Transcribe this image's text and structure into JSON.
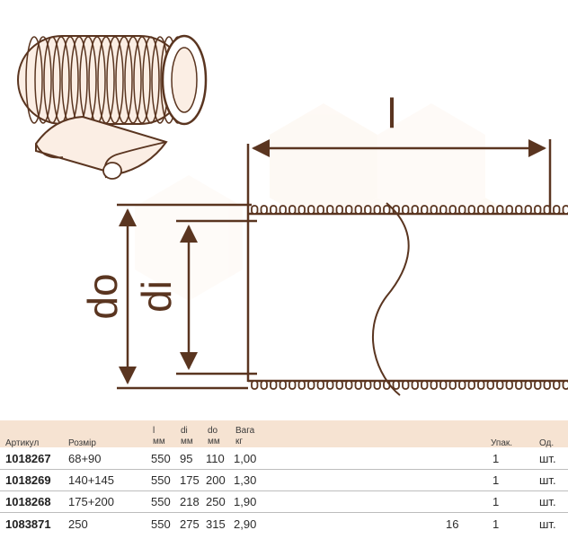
{
  "drawing": {
    "length_label": "l",
    "outer_label": "do",
    "inner_label": "di",
    "accent_color": "#5a3520",
    "pipe_fill": "#ffffff",
    "background_pattern": "hexagon-watermark"
  },
  "table": {
    "headers": {
      "article": "Артикул",
      "size": "Розмір",
      "l_top": "l",
      "l_unit": "мм",
      "di_top": "di",
      "di_unit": "мм",
      "do_top": "do",
      "do_unit": "мм",
      "weight_top": "Вага",
      "weight_unit": "кг",
      "pack": "Упак.",
      "unit": "Од."
    },
    "rows": [
      {
        "article": "1018267",
        "size": "68+90",
        "l": "550",
        "di": "95",
        "do": "110",
        "weight": "1,00",
        "extra": "",
        "pack": "1",
        "unit": "шт."
      },
      {
        "article": "1018269",
        "size": "140+145",
        "l": "550",
        "di": "175",
        "do": "200",
        "weight": "1,30",
        "extra": "",
        "pack": "1",
        "unit": "шт."
      },
      {
        "article": "1018268",
        "size": "175+200",
        "l": "550",
        "di": "218",
        "do": "250",
        "weight": "1,90",
        "extra": "",
        "pack": "1",
        "unit": "шт."
      },
      {
        "article": "1083871",
        "size": "250",
        "l": "550",
        "di": "275",
        "do": "315",
        "weight": "2,90",
        "extra": "16",
        "pack": "1",
        "unit": "шт."
      }
    ]
  }
}
